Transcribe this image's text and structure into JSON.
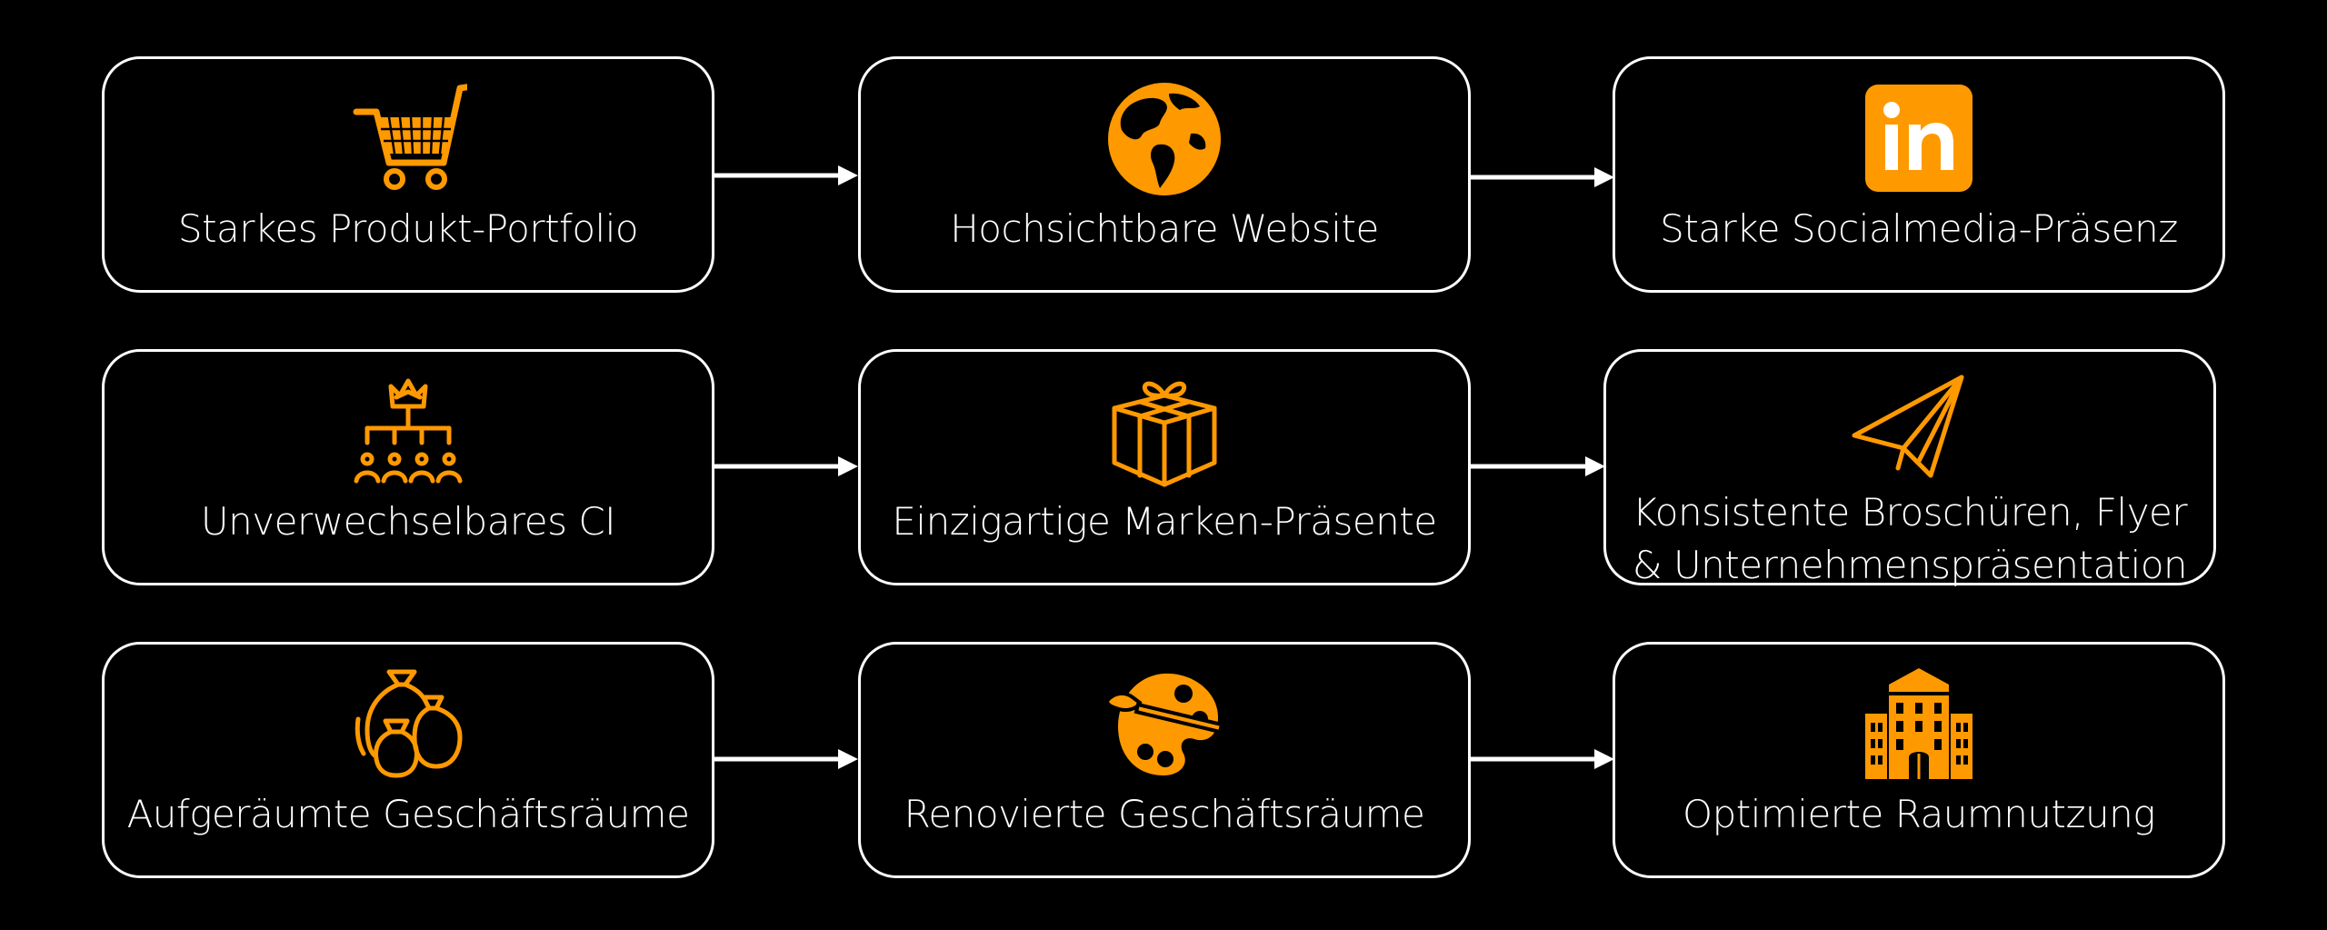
{
  "diagram": {
    "accent_color": "#FF9900",
    "rows": [
      {
        "cards": [
          {
            "label": "Starkes Produkt-Portfolio",
            "icon": "shopping-cart-icon"
          },
          {
            "label": "Hochsichtbare Website",
            "icon": "globe-icon"
          },
          {
            "label": "Starke Socialmedia-Präsenz",
            "icon": "linkedin-icon"
          }
        ]
      },
      {
        "cards": [
          {
            "label": "Unverwechselbares CI",
            "icon": "hierarchy-crown-icon"
          },
          {
            "label": "Einzigartige Marken-Präsente",
            "icon": "gift-icon"
          },
          {
            "label": "Konsistente Broschüren, Flyer\n& Unternehmenspräsentation",
            "icon": "paper-plane-icon"
          }
        ]
      },
      {
        "cards": [
          {
            "label": "Aufgeräumte Geschäftsräume",
            "icon": "bags-icon"
          },
          {
            "label": "Renovierte Geschäftsräume",
            "icon": "palette-brush-icon"
          },
          {
            "label": "Optimierte Raumnutzung",
            "icon": "building-icon"
          }
        ]
      }
    ]
  }
}
